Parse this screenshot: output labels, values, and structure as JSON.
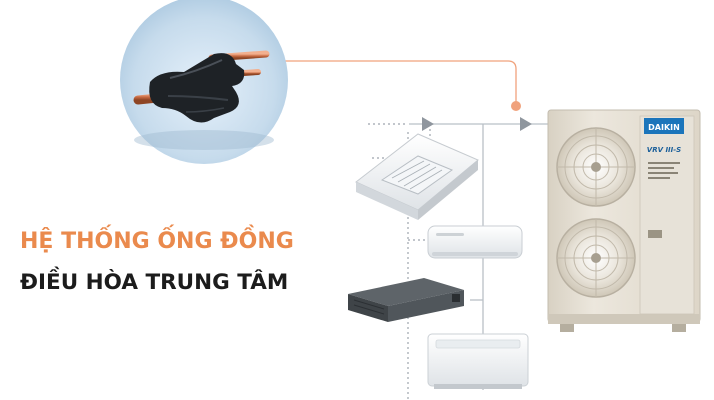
{
  "headline": {
    "line1": "HỆ THỐNG ỐNG ĐỒNG",
    "line2": "ĐIỀU HÒA TRUNG TÂM"
  },
  "outdoor_unit": {
    "brand": "DAIKIN",
    "model": "VRV III-S"
  },
  "colors": {
    "accent": "#ea8a4d",
    "connector": "#f0a27c",
    "piping": "#b9c0c7",
    "copper": "#d6845d",
    "insulation": "#1e2226",
    "daikin_blue": "#1b75bb",
    "casing": "#e4ded2"
  },
  "icons": {
    "copper_fitting": "copper-pipe-fitting-icon",
    "flow_arrow": "triangle-right-icon",
    "junction": "dot-icon"
  }
}
